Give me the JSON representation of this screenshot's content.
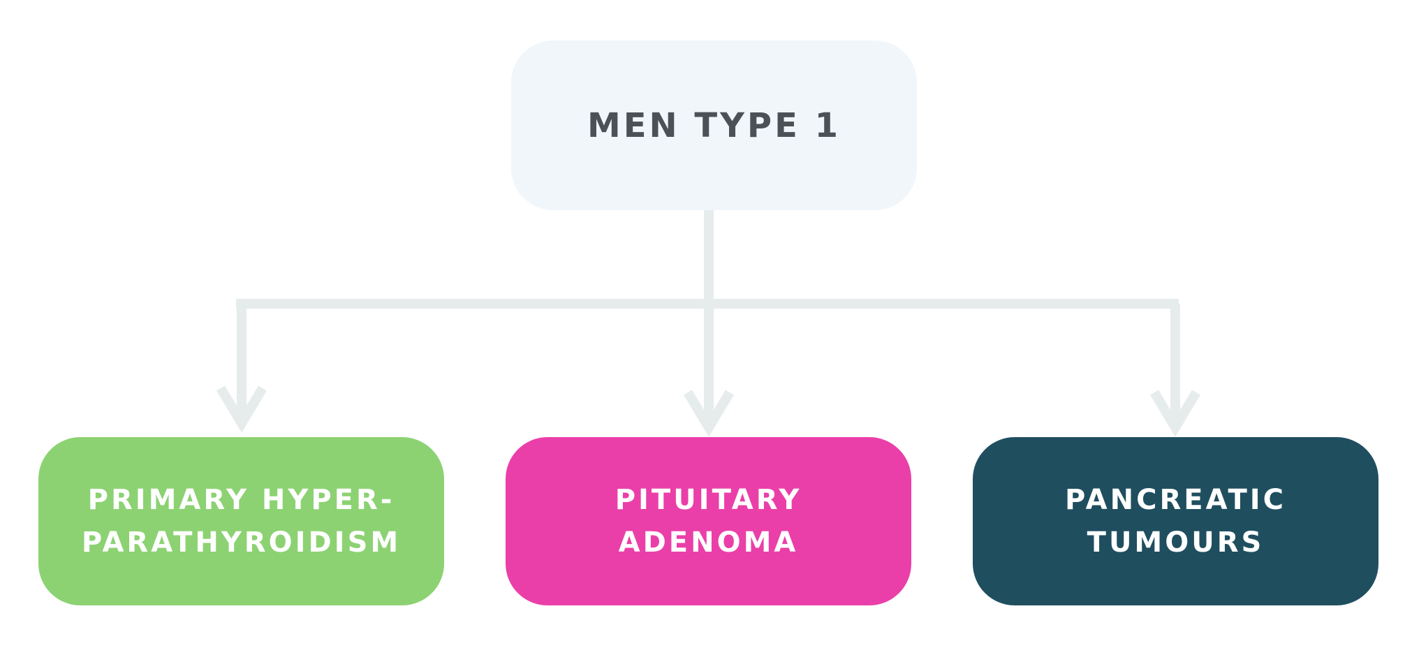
{
  "root": {
    "label": "MEN TYPE 1",
    "background": "#f1f6fa",
    "text_color": "#4b5257"
  },
  "connector_color": "#e6ecec",
  "children": [
    {
      "label": "PRIMARY HYPER-\nPARATHYROIDISM",
      "background": "#8cd273",
      "text_color": "#ffffff"
    },
    {
      "label": "PITUITARY\nADENOMA",
      "background": "#ea3fa9",
      "text_color": "#ffffff"
    },
    {
      "label": "PANCREATIC\nTUMOURS",
      "background": "#1f4e5f",
      "text_color": "#ffffff"
    }
  ]
}
